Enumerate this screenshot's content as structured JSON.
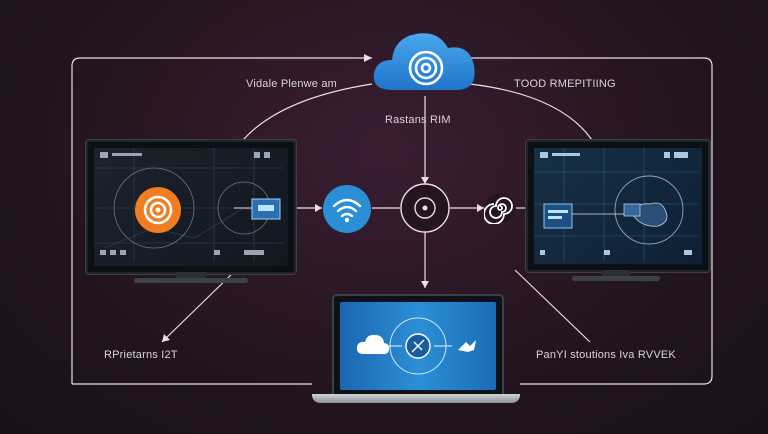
{
  "labels": {
    "top_left": "Vidale Plenwe am",
    "top_right": "TOOD RMEPITIING",
    "center": "Rastans RIM",
    "bottom_left": "RPrietarns I2T",
    "bottom_right": "PanYI stoutions Iva RVVEK"
  },
  "colors": {
    "background": "#24151f",
    "cloud": "#2f8fe0",
    "wifi": "#2b8fd6",
    "orange_node": "#f07d22",
    "lines": "#e6e1e5"
  },
  "icons": {
    "cloud": "cloud-signal-icon",
    "wifi": "wifi-icon",
    "hub": "hub-target-icon",
    "spiral": "spiral-icon",
    "orange": "signal-rings-icon"
  }
}
